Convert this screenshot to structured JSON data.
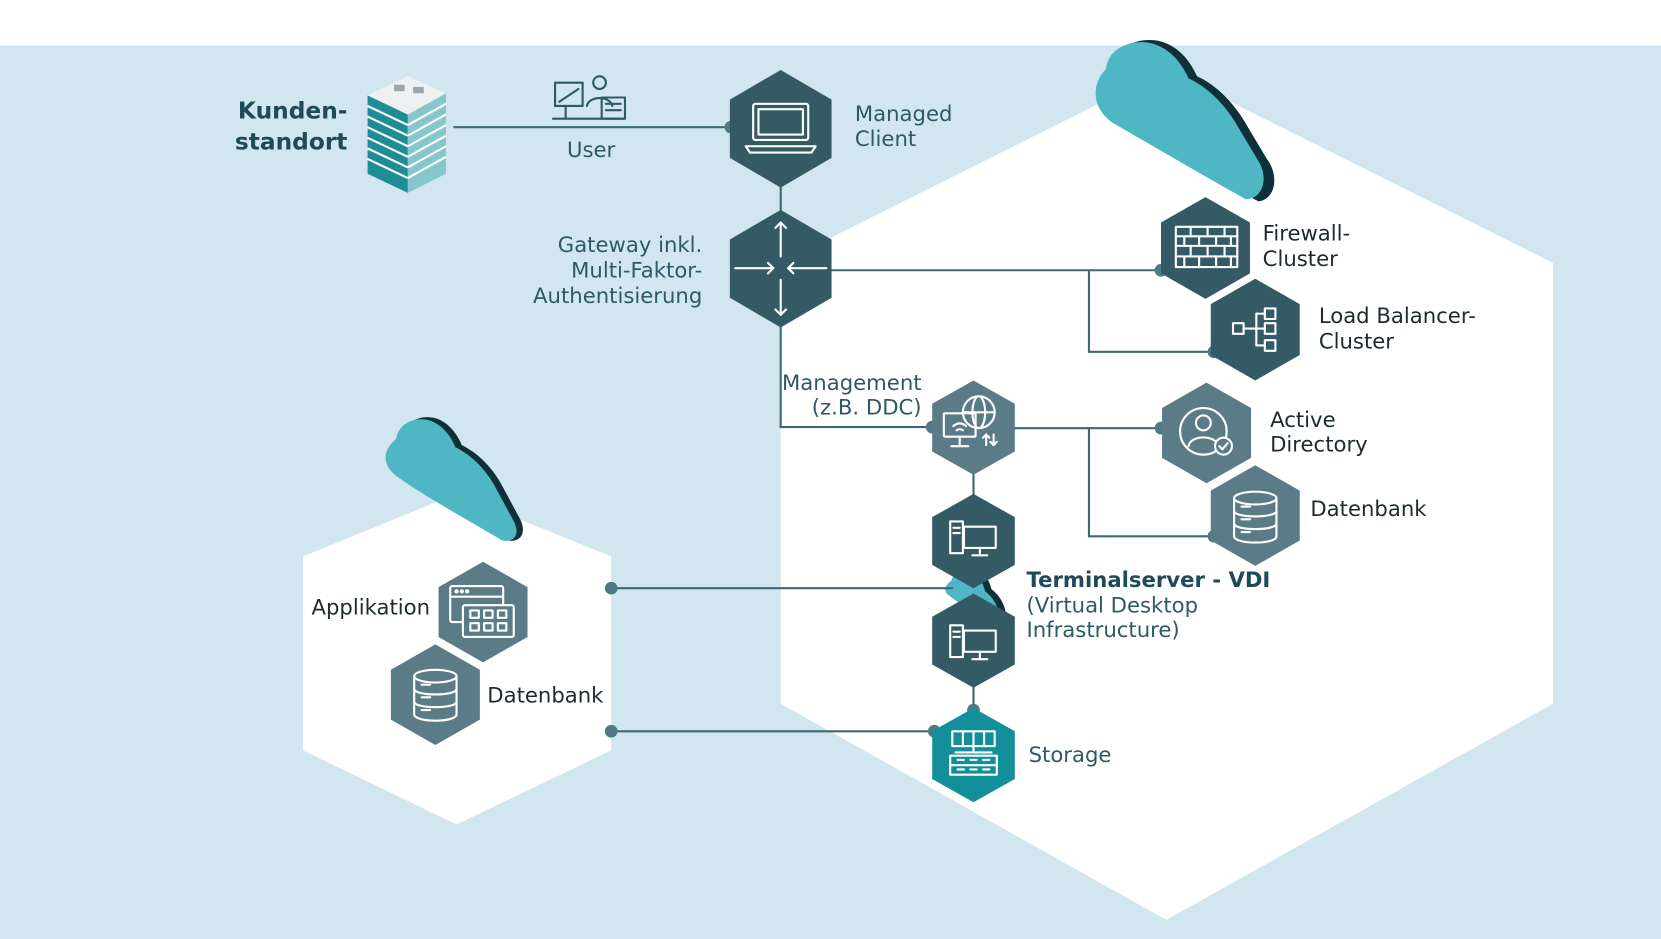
{
  "customer_site": {
    "line1": "Kunden-",
    "line2": "standort"
  },
  "user_label": "User",
  "managed_client": {
    "line1": "Managed",
    "line2": "Client"
  },
  "gateway": {
    "line1": "Gateway inkl.",
    "line2": "Multi-Faktor-",
    "line3": "Authentisierung"
  },
  "firewall": {
    "line1": "Firewall-",
    "line2": "Cluster"
  },
  "load_balancer": {
    "line1": "Load Balancer-",
    "line2": "Cluster"
  },
  "management": {
    "line1": "Management",
    "line2": "(z.B. DDC)"
  },
  "active_directory": {
    "line1": "Active",
    "line2": "Directory"
  },
  "database_right": "Datenbank",
  "terminalserver": {
    "line1": "Terminalserver - VDI",
    "line2": "(Virtual Desktop",
    "line3": "Infrastructure)"
  },
  "storage": "Storage",
  "application": "Applikation",
  "database_left": "Datenbank",
  "colors": {
    "background": "#d2e6ef",
    "hex_dark": "#345a66",
    "hex_gray": "#5b7c86",
    "hex_teal": "#128f9b",
    "cloud": "#4fb7c3",
    "cloud_shadow": "#0e3038"
  }
}
